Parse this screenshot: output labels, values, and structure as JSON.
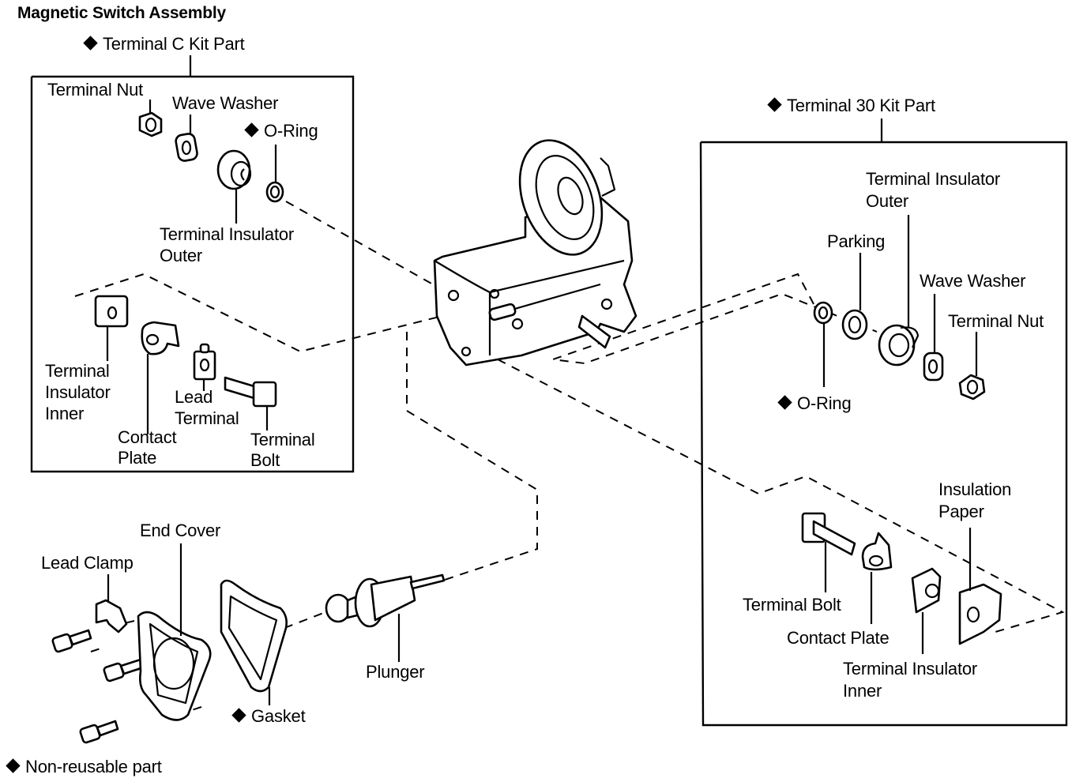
{
  "title": "Magnetic Switch Assembly",
  "legend": {
    "symbol": "diamond-icon",
    "text": "Non-reusable part"
  },
  "terminal_c_kit": {
    "label": "Terminal C Kit Part",
    "non_reusable": true,
    "parts": {
      "terminal_nut": "Terminal Nut",
      "wave_washer": "Wave Washer",
      "o_ring": "O-Ring",
      "terminal_insulator_outer": [
        "Terminal Insulator",
        "Outer"
      ],
      "terminal_insulator_inner": [
        "Terminal",
        "Insulator",
        "Inner"
      ],
      "contact_plate": [
        "Contact",
        "Plate"
      ],
      "lead_terminal": [
        "Lead",
        "Terminal"
      ],
      "terminal_bolt": [
        "Terminal",
        "Bolt"
      ]
    }
  },
  "terminal_30_kit": {
    "label": "Terminal 30 Kit Part",
    "non_reusable": true,
    "parts": {
      "terminal_insulator_outer": [
        "Terminal Insulator",
        "Outer"
      ],
      "parking": "Parking",
      "wave_washer": "Wave Washer",
      "terminal_nut": "Terminal Nut",
      "o_ring": "O-Ring",
      "insulation_paper": [
        "Insulation",
        "Paper"
      ],
      "terminal_bolt": "Terminal Bolt",
      "contact_plate": "Contact Plate",
      "terminal_insulator_inner": [
        "Terminal Insulator",
        "Inner"
      ]
    }
  },
  "loose_parts": {
    "end_cover": "End Cover",
    "lead_clamp": "Lead Clamp",
    "gasket": "Gasket",
    "plunger": "Plunger"
  }
}
